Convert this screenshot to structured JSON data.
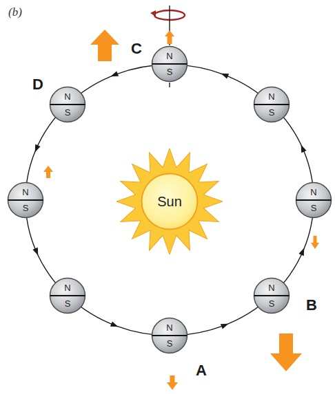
{
  "diagram": {
    "nodes": [
      {
        "text": [
          "N",
          "S"
        ]
      },
      {
        "text": [
          "N",
          "S"
        ]
      },
      {
        "text": [
          "N",
          "S"
        ]
      },
      {
        "text": [
          "N",
          "S"
        ]
      },
      {
        "text": [
          "Sun"
        ]
      },
      {
        "text": [
          "N",
          "S"
        ]
      },
      {
        "text": [
          "N",
          "S"
        ]
      },
      {
        "text": [
          "N",
          "S"
        ]
      },
      {
        "text": [
          "N",
          "S"
        ]
      }
    ],
    "labels": [
      "(b)",
      "C",
      "D",
      "B",
      "A"
    ]
  }
}
